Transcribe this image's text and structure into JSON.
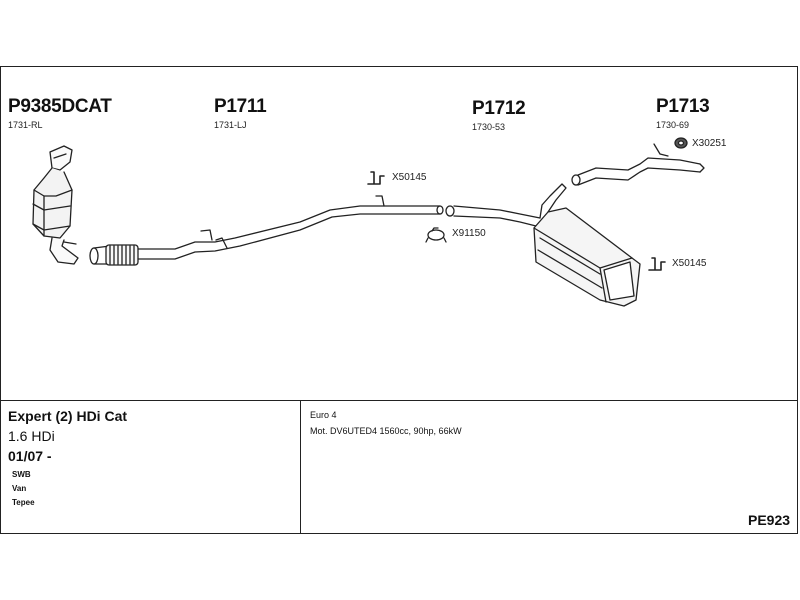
{
  "parts": [
    {
      "number": "P9385DCAT",
      "ref": "1731-RL"
    },
    {
      "number": "P1711",
      "ref": "1731-LJ"
    },
    {
      "number": "P1712",
      "ref": "1730-53"
    },
    {
      "number": "P1713",
      "ref": "1730-69"
    }
  ],
  "accessories": [
    {
      "code": "X50145",
      "icon": "hanger-icon"
    },
    {
      "code": "X91150",
      "icon": "clamp-icon"
    },
    {
      "code": "X30251",
      "icon": "gasket-icon"
    },
    {
      "code": "X50145",
      "icon": "hanger-icon"
    }
  ],
  "vehicle": {
    "model": "Expert (2) HDi Cat",
    "engine_size": "1.6 HDi",
    "date": "01/07 -",
    "body_types": [
      "SWB",
      "Van",
      "Tepee"
    ]
  },
  "engine": {
    "emission": "Euro 4",
    "spec": "Mot. DV6UTED4 1560cc, 90hp, 66kW"
  },
  "system_code": "PE923"
}
